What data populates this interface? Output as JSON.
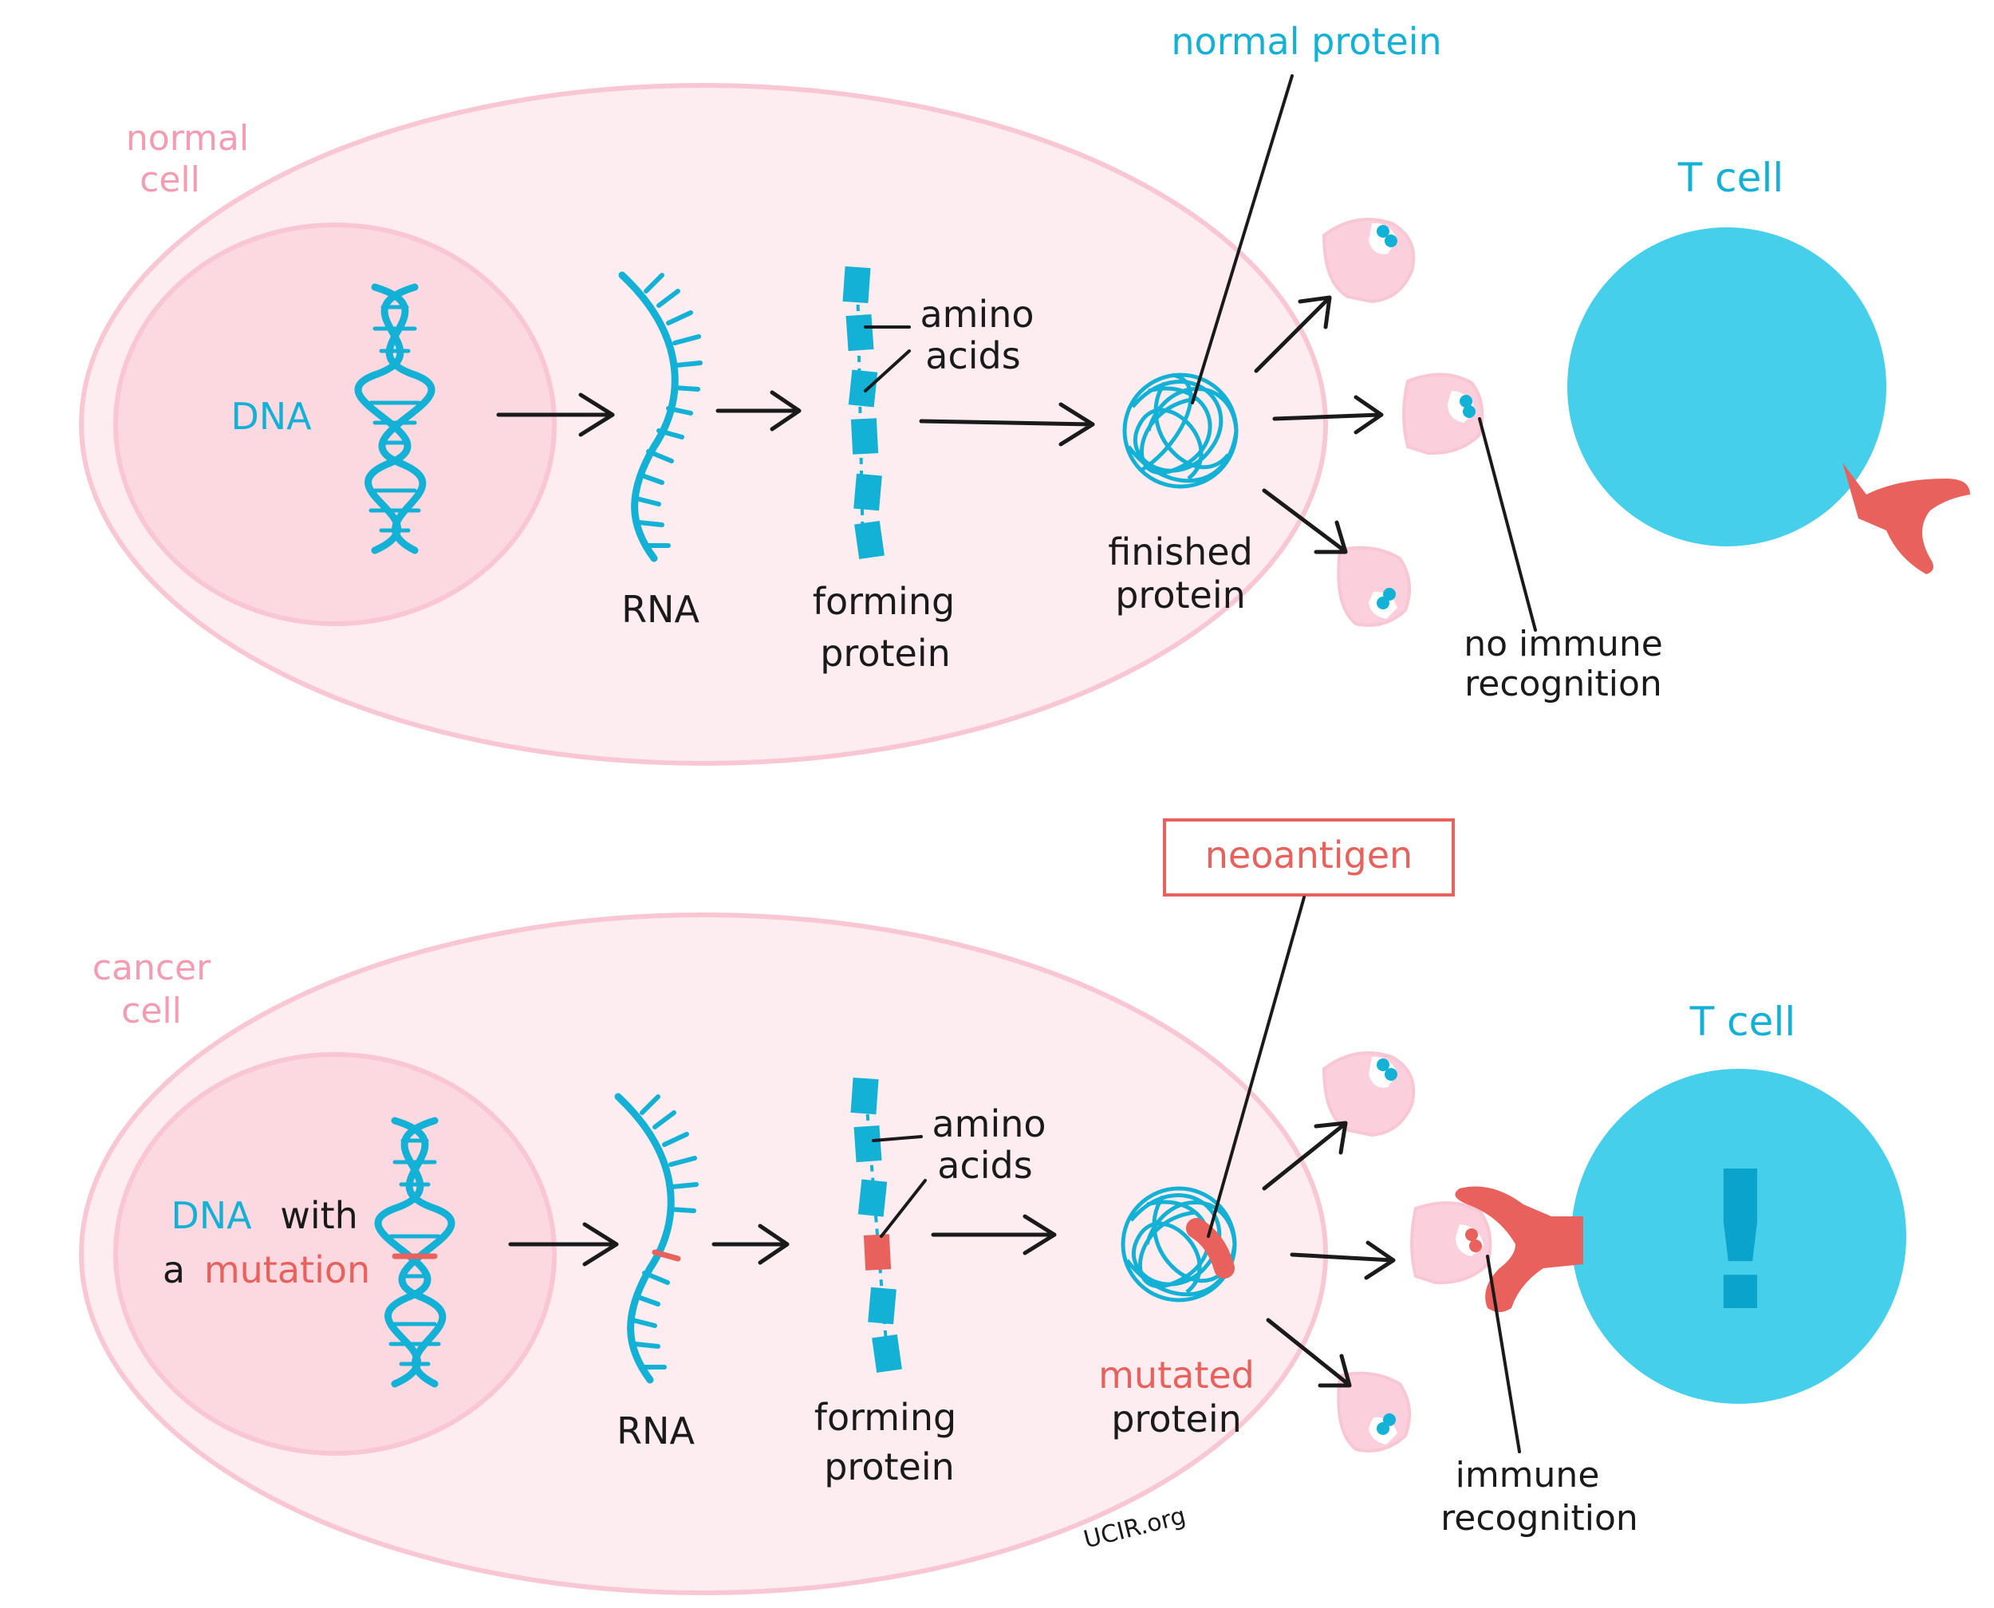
{
  "colors": {
    "cell_fill": "#fdedf1",
    "cell_outline": "#f8c7d3",
    "nucleus_fill": "#fcd9e1",
    "teal": "#14b1d6",
    "t_cell": "#46cfeb",
    "red": "#e8615c",
    "pink_label": "#f59bb2",
    "ink": "#1a1a1a"
  },
  "watermark": "UCIR.org",
  "top": {
    "cell_label_1": "normal",
    "cell_label_2": "cell",
    "dna": "DNA",
    "rna": "RNA",
    "amino_1": "amino",
    "amino_2": "acids",
    "forming_1": "forming",
    "forming_2": "protein",
    "finished_1": "finished",
    "finished_2": "protein",
    "callout": "normal protein",
    "t_cell": "T cell",
    "recog_1": "no immune",
    "recog_2": "recognition"
  },
  "bottom": {
    "cell_label_1": "cancer",
    "cell_label_2": "cell",
    "dna": "DNA",
    "dna_with": "with",
    "dna_a": "a",
    "dna_mutation": "mutation",
    "rna": "RNA",
    "amino_1": "amino",
    "amino_2": "acids",
    "forming_1": "forming",
    "forming_2": "protein",
    "mutated_1": "mutated",
    "mutated_2": "protein",
    "callout": "neoantigen",
    "t_cell": "T cell",
    "alert": "!",
    "recog_1": "immune",
    "recog_2": "recognition"
  }
}
